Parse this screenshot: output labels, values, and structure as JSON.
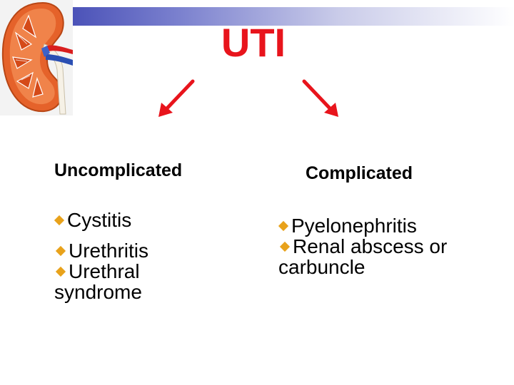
{
  "slide": {
    "title": "UTI",
    "left": {
      "heading": "Uncomplicated",
      "items": [
        {
          "text": "Cystitis"
        },
        {
          "text": "Urethritis"
        },
        {
          "text": "Urethral syndrome"
        }
      ]
    },
    "right": {
      "heading": "Complicated",
      "items": [
        {
          "text": "Pyelonephritis"
        },
        {
          "text": "Renal abscess or carbuncle"
        }
      ]
    }
  },
  "colors": {
    "title": "#e8141c",
    "arrow": "#e8141c",
    "bullet": "#e8a21b",
    "bar_start": "#4b52b8"
  }
}
